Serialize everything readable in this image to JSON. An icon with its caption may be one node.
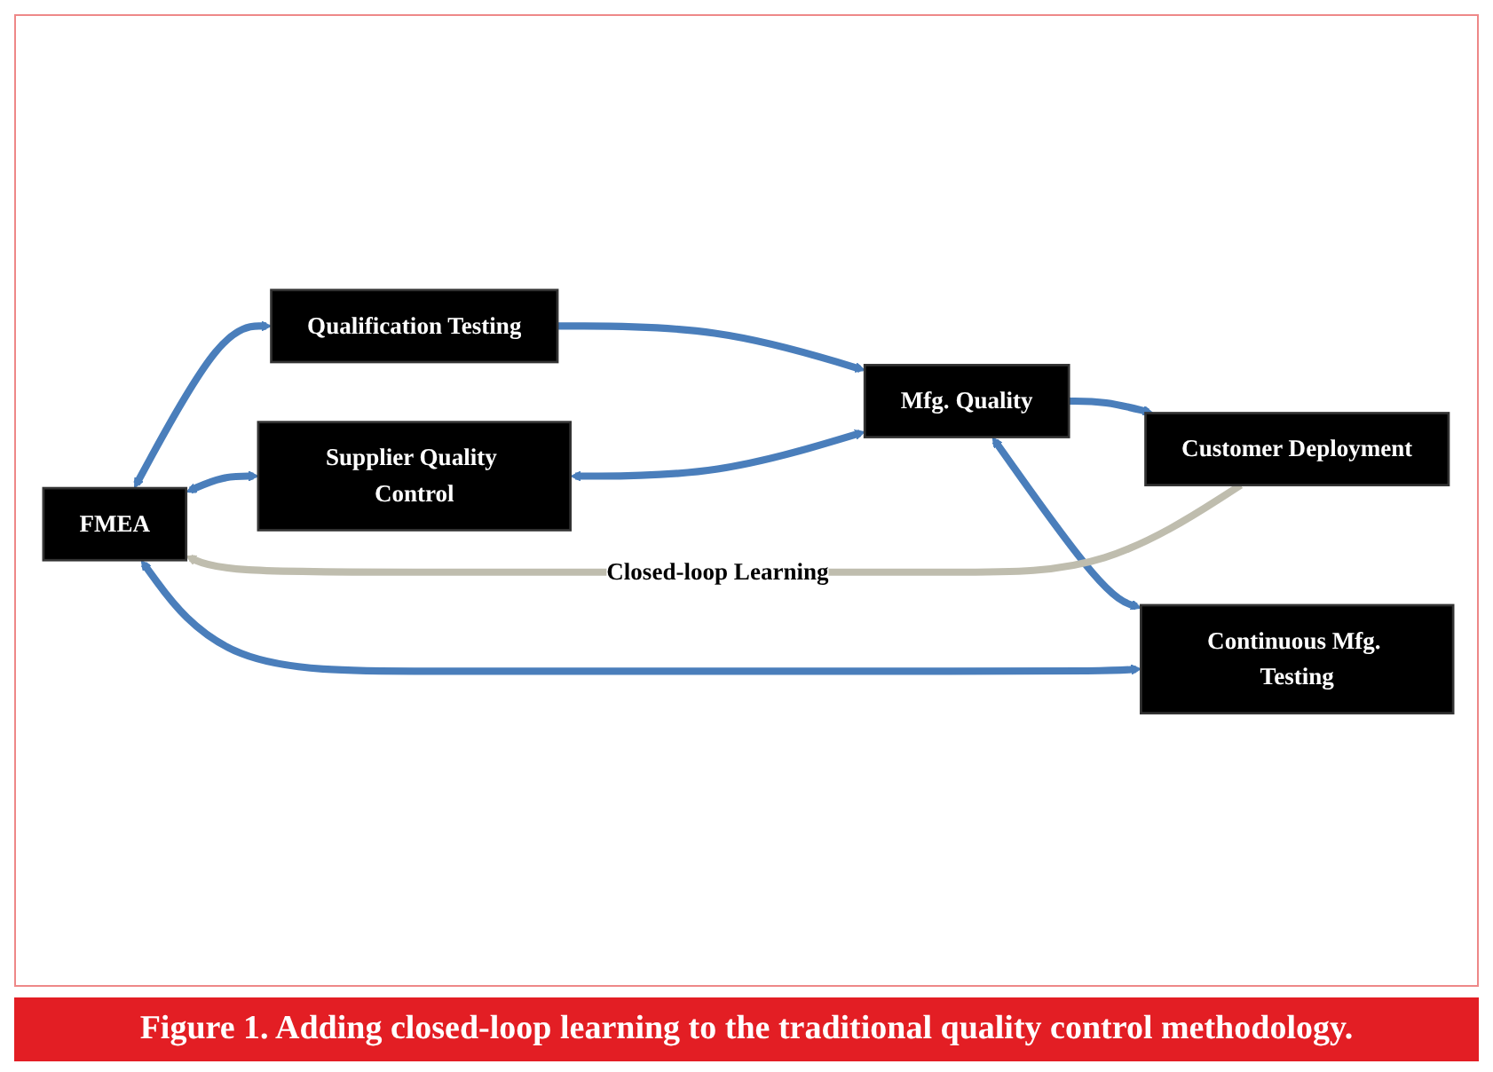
{
  "diagram": {
    "caption": "Figure 1. Adding closed-loop learning to the traditional quality control methodology.",
    "nodes": [
      {
        "text": [
          "FMEA"
        ]
      },
      {
        "text": [
          "Qualification Testing"
        ]
      },
      {
        "text": [
          "Supplier Quality Control"
        ]
      },
      {
        "text": [
          "Mfg. Quality"
        ]
      },
      {
        "text": [
          "Customer Deployment"
        ]
      },
      {
        "text": [
          "Continuous Mfg. Testing"
        ]
      }
    ],
    "edges": [
      {
        "from": 0,
        "to": 2,
        "arrow": "both"
      },
      {
        "from": 0,
        "to": 1,
        "arrow": "both"
      },
      {
        "from": 1,
        "to": 3,
        "arrow": "to"
      },
      {
        "from": 2,
        "to": 3,
        "arrow": "both"
      },
      {
        "from": 3,
        "to": 4,
        "arrow": "to"
      },
      {
        "from": 3,
        "to": 5,
        "arrow": "both"
      },
      {
        "from": 0,
        "to": 5,
        "arrow": "both"
      },
      {
        "from": 4,
        "to": 0,
        "arrow": "to",
        "label": "Closed-loop Learning",
        "color": "#bfbdae"
      }
    ]
  }
}
